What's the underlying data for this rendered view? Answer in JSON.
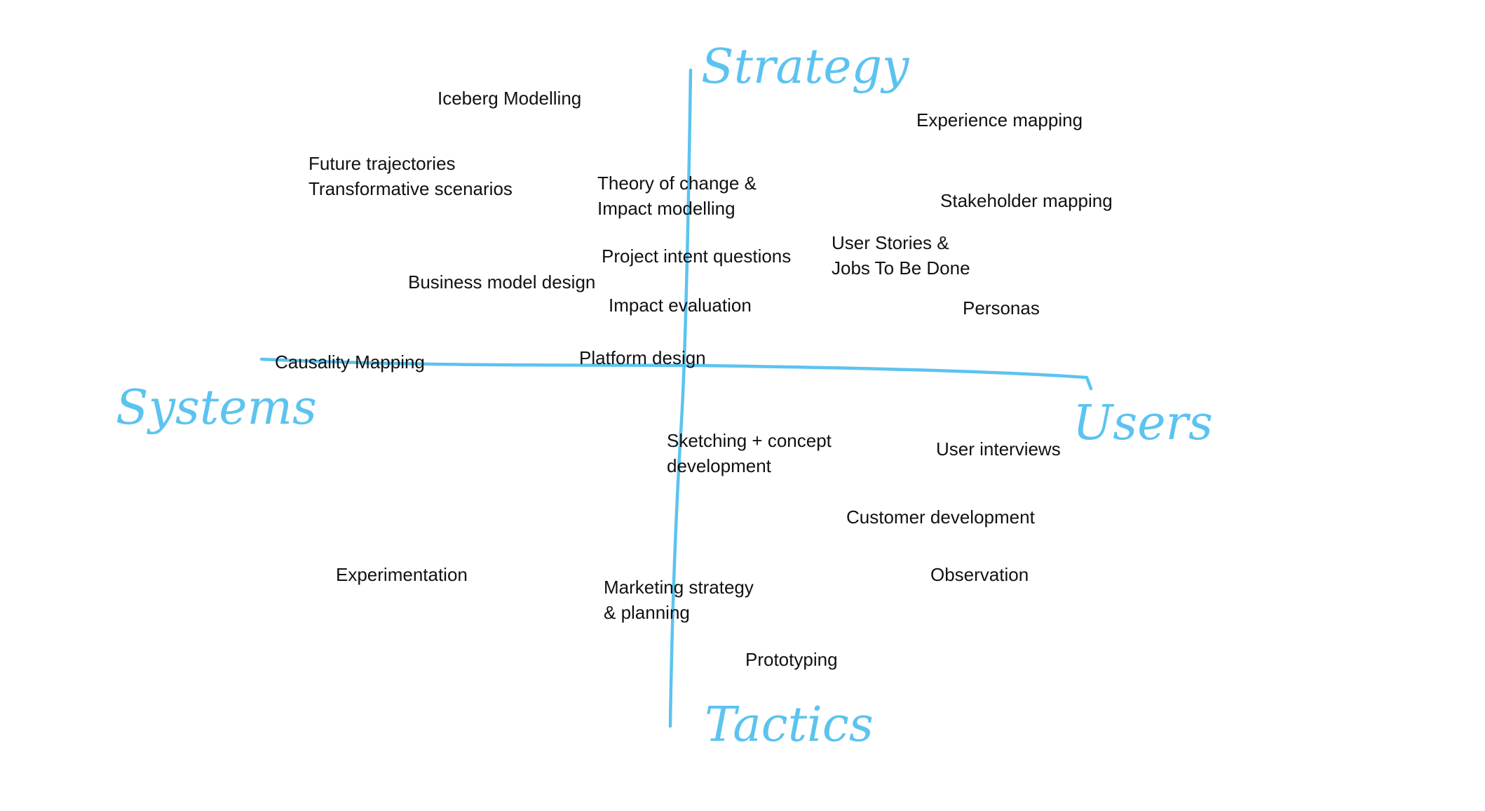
{
  "colors": {
    "axis": "#5cc3f0",
    "text": "#111111",
    "background": "#ffffff"
  },
  "axes": {
    "top": "Strategy",
    "bottom": "Tactics",
    "left": "Systems",
    "right": "Users"
  },
  "methods": {
    "iceberg_modelling": "Iceberg Modelling",
    "experience_mapping": "Experience mapping",
    "future_trajectories": "Future trajectories",
    "transformative_scenarios": "Transformative scenarios",
    "theory_of_change": "Theory of change &",
    "impact_modelling": "Impact modelling",
    "stakeholder_mapping": "Stakeholder mapping",
    "user_stories": "User Stories &",
    "jobs_to_be_done": "Jobs To Be Done",
    "project_intent_questions": "Project intent questions",
    "business_model_design": "Business model design",
    "impact_evaluation": "Impact evaluation",
    "personas": "Personas",
    "causality_mapping": "Causality Mapping",
    "platform_design": "Platform design",
    "sketching": "Sketching + concept",
    "development": "development",
    "user_interviews": "User interviews",
    "customer_development": "Customer development",
    "experimentation": "Experimentation",
    "observation": "Observation",
    "marketing_strategy": "Marketing strategy",
    "and_planning": "& planning",
    "prototyping": "Prototyping"
  }
}
